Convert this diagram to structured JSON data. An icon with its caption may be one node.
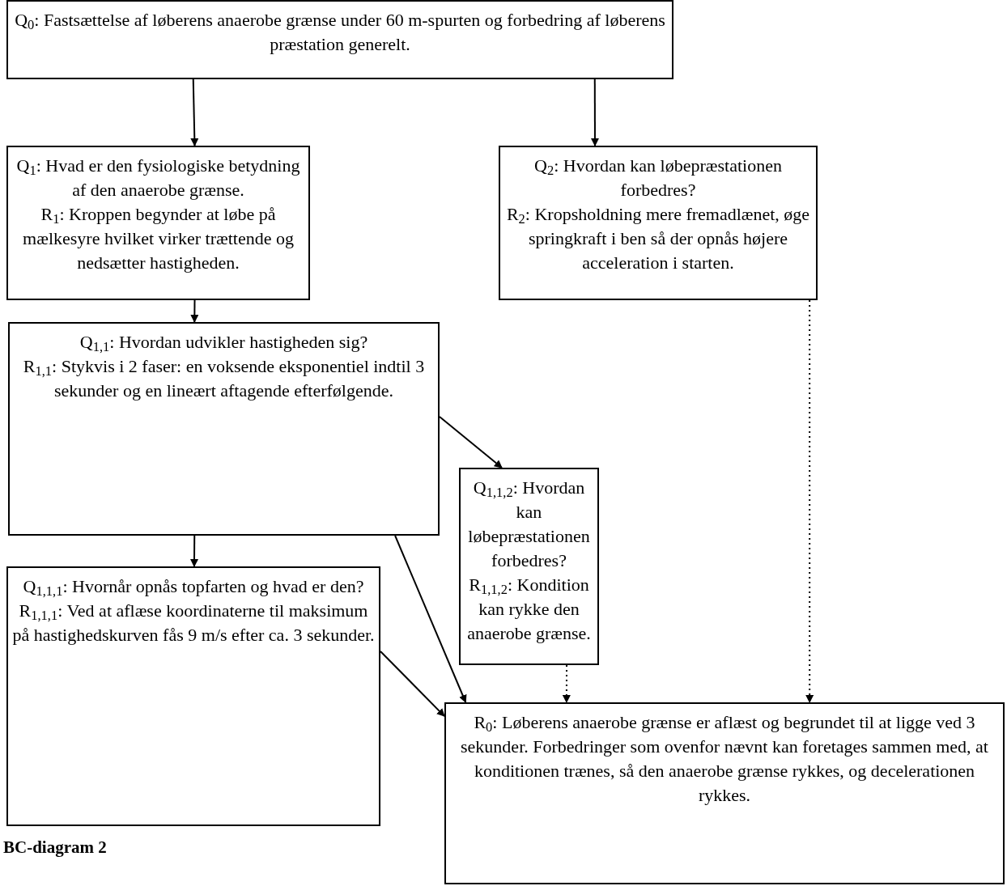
{
  "diagram": {
    "caption": "BC-diagram 2",
    "nodes": [
      {
        "text": [
          "Q$_{0}$: Fastsættelse af løberens anaerobe grænse under 60 m-spurten og forbedring af løberens præstation generelt."
        ]
      },
      {
        "text": [
          "Q$_{1}$: Hvad er den fysiologiske betydning af den anaerobe grænse.",
          "R$_{1}$: Kroppen begynder at løbe på mælkesyre hvilket virker trættende og nedsætter hastigheden."
        ]
      },
      {
        "text": [
          "Q$_{2}$: Hvordan kan løbepræstationen forbedres?",
          "R$_{2}$: Kropsholdning mere fremadlænet, øge springkraft i ben så der opnås højere acceleration i starten."
        ]
      },
      {
        "text": [
          "Q$_{1,1}$: Hvordan udvikler hastigheden sig?",
          "R$_{1,1}$: Stykvis i 2 faser: en voksende eksponentiel indtil 3 sekunder og en lineært aftagende efterfølgende."
        ]
      },
      {
        "text": [
          "Q$_{1,1,2}$: Hvordan kan løbepræstationen forbedres?",
          "R$_{1,1,2}$: Kondition kan rykke den anaerobe grænse."
        ]
      },
      {
        "text": [
          "Q$_{1,1,1}$: Hvornår opnås topfarten og hvad er den?",
          "R$_{1,1,1}$: Ved at aflæse koordinaterne til maksimum på hastighedskurven fås 9 m/s efter ca. 3 sekunder."
        ]
      },
      {
        "text": [
          "R$_{0}$: Løberens anaerobe grænse er aflæst og begrundet til at ligge ved 3 sekunder. Forbedringer som ovenfor nævnt kan foretages sammen med, at konditionen trænes, så den anaerobe grænse rykkes, og decelerationen rykkes."
        ]
      }
    ],
    "edges": [
      {
        "from": 0,
        "to": 1,
        "arrow": "to"
      },
      {
        "from": 0,
        "to": 2,
        "arrow": "to"
      },
      {
        "from": 1,
        "to": 3,
        "arrow": "to"
      },
      {
        "from": 2,
        "to": 6,
        "arrow": "to",
        "style": "dashed"
      },
      {
        "from": 3,
        "to": 4,
        "arrow": "to"
      },
      {
        "from": 3,
        "to": 5,
        "arrow": "to"
      },
      {
        "from": 3,
        "to": 6,
        "arrow": "to"
      },
      {
        "from": 5,
        "to": 6,
        "arrow": "to"
      },
      {
        "from": 4,
        "to": 6,
        "arrow": "to",
        "style": "dashed"
      }
    ]
  }
}
